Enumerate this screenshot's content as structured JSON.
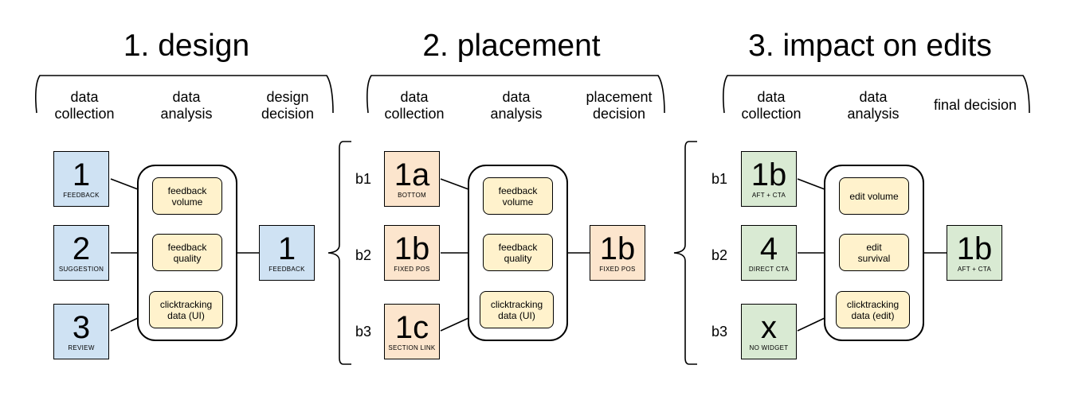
{
  "sections": [
    {
      "title": "1. design",
      "headers": [
        "data\ncollection",
        "data\nanalysis",
        "design\ndecision"
      ],
      "rows": [],
      "inputs": [
        {
          "big": "1",
          "small": "FEEDBACK"
        },
        {
          "big": "2",
          "small": "SUGGESTION"
        },
        {
          "big": "3",
          "small": "REVIEW"
        }
      ],
      "analysis": [
        "feedback\nvolume",
        "feedback\nquality",
        "clicktracking\ndata (UI)"
      ],
      "output": {
        "big": "1",
        "small": "FEEDBACK"
      },
      "color": "#cfe2f3"
    },
    {
      "title": "2. placement",
      "headers": [
        "data\ncollection",
        "data\nanalysis",
        "placement\ndecision"
      ],
      "rows": [
        "b1",
        "b2",
        "b3"
      ],
      "inputs": [
        {
          "big": "1a",
          "small": "BOTTOM"
        },
        {
          "big": "1b",
          "small": "FIXED POS"
        },
        {
          "big": "1c",
          "small": "SECTION LINK"
        }
      ],
      "analysis": [
        "feedback\nvolume",
        "feedback\nquality",
        "clicktracking\ndata (UI)"
      ],
      "output": {
        "big": "1b",
        "small": "FIXED POS"
      },
      "color": "#fce5cd"
    },
    {
      "title": "3. impact on edits",
      "headers": [
        "data\ncollection",
        "data\nanalysis",
        "final decision"
      ],
      "rows": [
        "b1",
        "b2",
        "b3"
      ],
      "inputs": [
        {
          "big": "1b",
          "small": "AFT + CTA"
        },
        {
          "big": "4",
          "small": "DIRECT CTA"
        },
        {
          "big": "x",
          "small": "NO WIDGET"
        }
      ],
      "analysis": [
        "edit volume",
        "edit\nsurvival",
        "clicktracking\ndata (edit)"
      ],
      "output": {
        "big": "1b",
        "small": "AFT + CTA"
      },
      "color": "#d9ead3"
    }
  ]
}
